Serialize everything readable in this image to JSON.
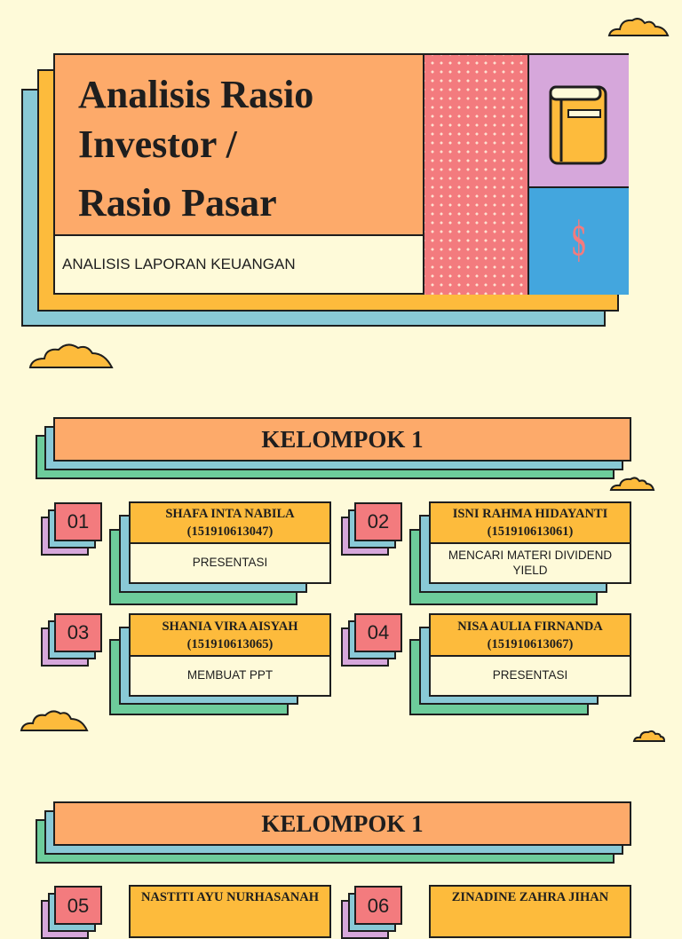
{
  "header": {
    "title_line1": "Analisis Rasio",
    "title_line2": "Investor /",
    "title_line3": "Rasio Pasar",
    "subtitle": "ANALISIS LAPORAN KEUANGAN",
    "dollar_glyph": "$"
  },
  "section1": {
    "title": "KELOMPOK 1"
  },
  "section2": {
    "title": "KELOMPOK 1"
  },
  "members": [
    {
      "num": "01",
      "name": "SHAFA INTA NABILA",
      "nim": "(151910613047)",
      "task": "PRESENTASI"
    },
    {
      "num": "02",
      "name": "ISNI RAHMA HIDAYANTI",
      "nim": "(151910613061)",
      "task": "MENCARI MATERI DIVIDEND YIELD"
    },
    {
      "num": "03",
      "name": "SHANIA VIRA AISYAH",
      "nim": "(151910613065)",
      "task": "MEMBUAT PPT"
    },
    {
      "num": "04",
      "name": "NISA AULIA FIRNANDA",
      "nim": "(151910613067)",
      "task": "PRESENTASI"
    },
    {
      "num": "05",
      "name": "NASTITI AYU NURHASANAH"
    },
    {
      "num": "06",
      "name": "ZINADINE ZAHRA JIHAN"
    }
  ],
  "colors": {
    "background": "#fefad9",
    "orange": "#fdaa6a",
    "yellow": "#fdbb3c",
    "teal": "#89c9d6",
    "green": "#6dcc9b",
    "pink": "#f37b7e",
    "lilac": "#d6a7db",
    "blue": "#43a6de"
  }
}
